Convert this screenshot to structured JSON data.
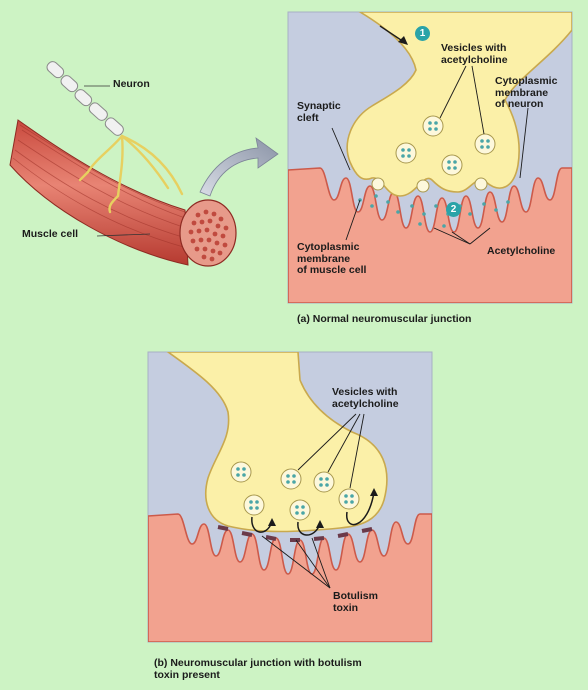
{
  "panel_a": {
    "caption": "(a) Normal neuromuscular junction",
    "labels": {
      "neuron": "Neuron",
      "muscle_cell": "Muscle cell",
      "vesicles": "Vesicles with\nacetylcholine",
      "cytoplasmic_neuron": "Cytoplasmic\nmembrane\nof neuron",
      "synaptic_cleft": "Synaptic\ncleft",
      "cytoplasmic_muscle": "Cytoplasmic\nmembrane\nof muscle cell",
      "acetylcholine": "Acetylcholine"
    },
    "steps": [
      "1",
      "2"
    ]
  },
  "panel_b": {
    "caption": "(b) Neuromuscular junction with botulism\ntoxin present",
    "labels": {
      "vesicles": "Vesicles with\nacetylcholine",
      "botulism": "Botulism\ntoxin"
    }
  },
  "colors": {
    "background": "#cdf3c4",
    "panel_bg": "#c5cde0",
    "neuron_fill": "#fbf0a8",
    "neuron_stroke": "#c9a94e",
    "muscle_fill": "#f2a28f",
    "muscle_stroke": "#cc5a4a",
    "vesicle_dot": "#4aa6a7",
    "toxin": "#6b3a4a",
    "badge": "#2aa3a8"
  }
}
